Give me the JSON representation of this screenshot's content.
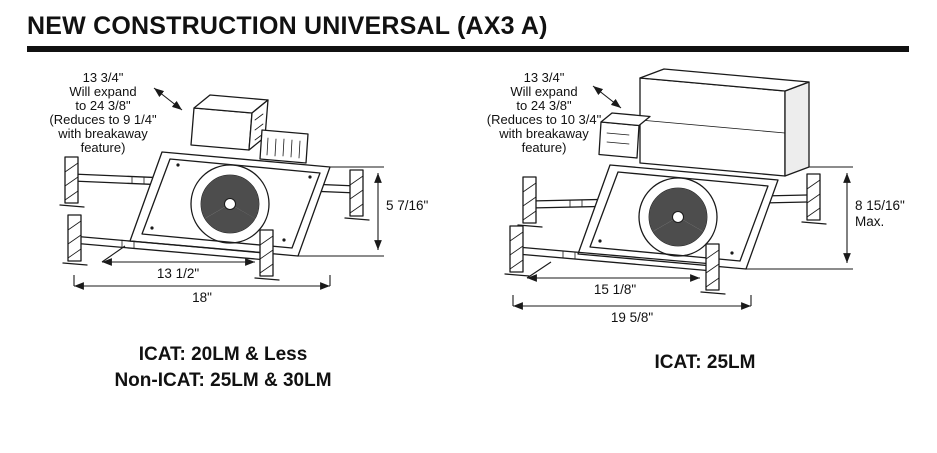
{
  "title": "NEW CONSTRUCTION UNIVERSAL (AX3 A)",
  "figures": [
    {
      "id": "left",
      "note_lines": [
        "13 3/4\"",
        "Will expand",
        "to 24 3/8\"",
        "(Reduces to 9 1/4\"",
        "with breakaway",
        "feature)"
      ],
      "dims": {
        "height": "5 7/16\"",
        "height_suffix": "",
        "width_inner": "13 1/2\"",
        "width_outer": "18\""
      },
      "caption_lines": [
        "ICAT: 20LM & Less",
        "Non-ICAT: 25LM & 30LM"
      ]
    },
    {
      "id": "right",
      "note_lines": [
        "13 3/4\"",
        "Will expand",
        "to 24 3/8\"",
        "(Reduces to 10 3/4\"",
        "with breakaway",
        "feature)"
      ],
      "dims": {
        "height": "8 15/16\"",
        "height_suffix": "Max.",
        "width_inner": "15 1/8\"",
        "width_outer": "19 5/8\""
      },
      "caption_lines": [
        "ICAT: 25LM"
      ]
    }
  ],
  "colors": {
    "ink": "#1a1a1a",
    "baffle": "#4d4d4d"
  }
}
